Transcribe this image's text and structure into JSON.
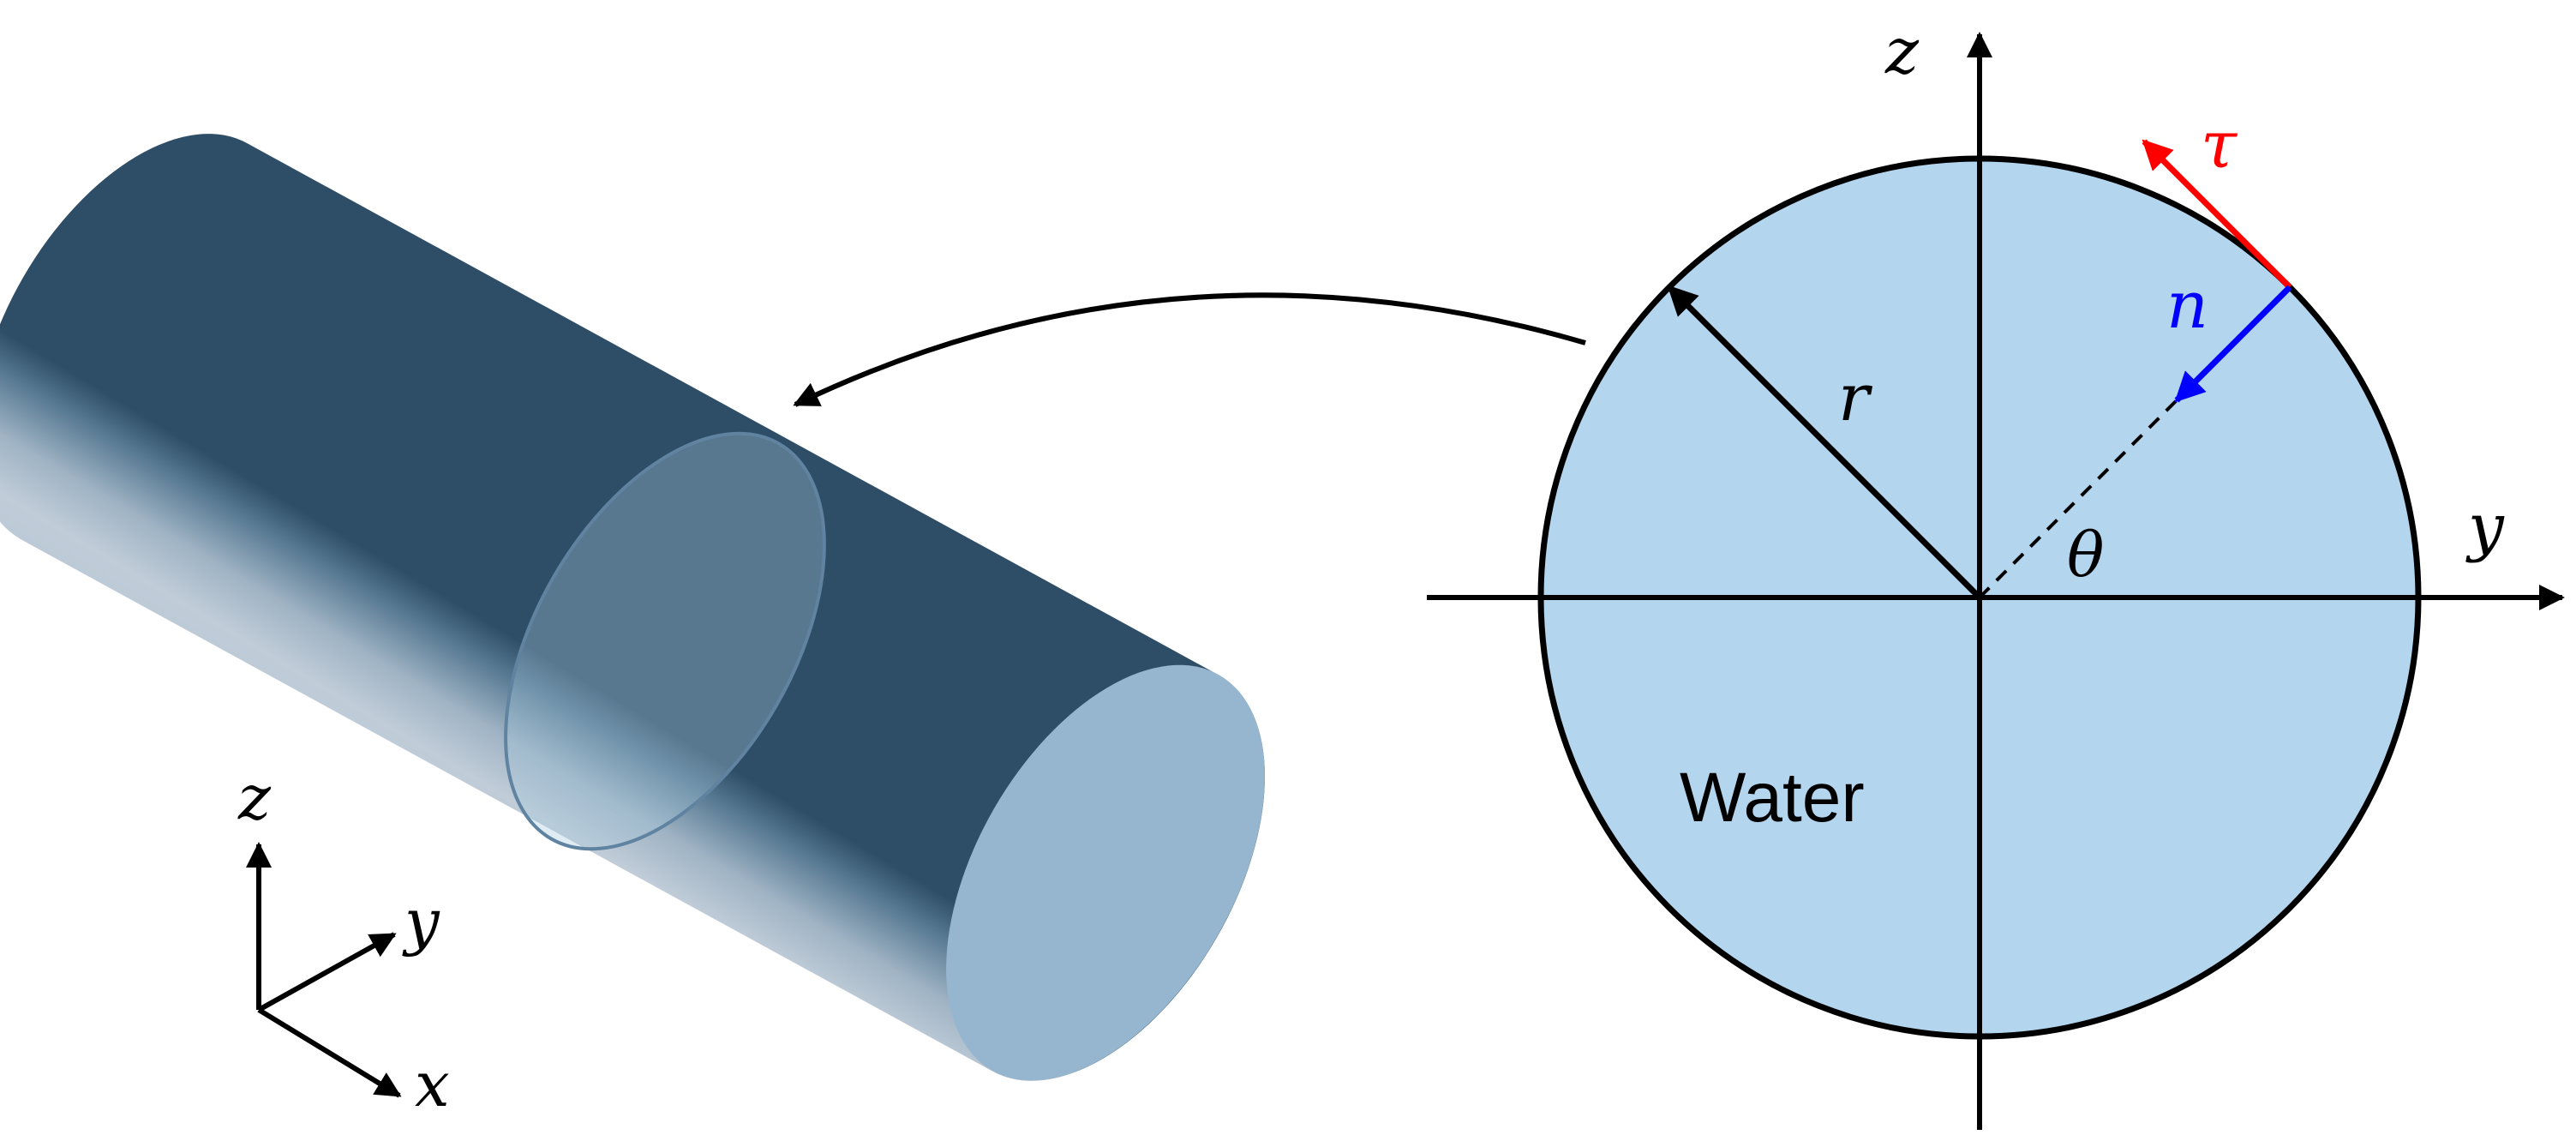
{
  "labels": {
    "cross_section_axis_z": "z",
    "cross_section_axis_y": "y",
    "radius": "r",
    "angle": "θ",
    "normal": "n",
    "tangent": "τ",
    "fluid": "Water",
    "triad_z": "z",
    "triad_y": "y",
    "triad_x": "x"
  },
  "colors": {
    "water_fill": "#b3d5ee",
    "normal_vector": "#0000ff",
    "tangent_vector": "#ff0000",
    "line": "#000000",
    "cylinder_end_face": "#96b6cf"
  }
}
